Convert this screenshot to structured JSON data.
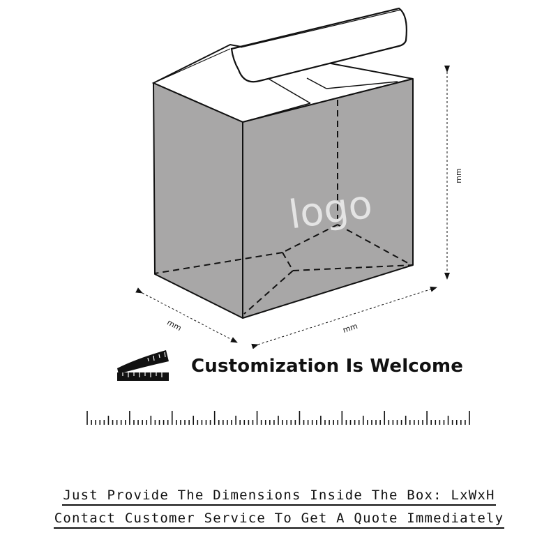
{
  "diagram": {
    "logo_text": "logo",
    "height_label": "mm",
    "width_label": "mm",
    "length_label": "mm",
    "colors": {
      "box_side": "#a8a7a7",
      "box_outline": "#111111",
      "logo": "#e4e4e4"
    }
  },
  "banner": {
    "icon": "tape-measure-icon",
    "headline": "Customization Is Welcome"
  },
  "ruler": {
    "icon": "ruler-scale-icon"
  },
  "instructions": {
    "line1": "Just Provide The Dimensions Inside The Box: LxWxH",
    "line2": "Contact Customer Service To Get A Quote Immediately"
  }
}
